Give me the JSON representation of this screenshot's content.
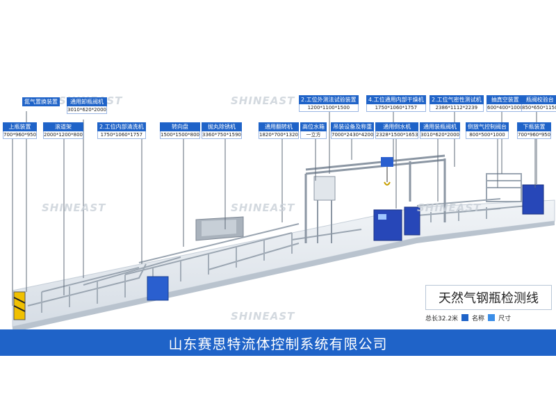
{
  "watermark": "SHINEAST",
  "callouts": [
    {
      "key": "c1",
      "name": "上瓶装置",
      "size": "700*960*950"
    },
    {
      "key": "c2",
      "name": "氮气置换装置",
      "size": ""
    },
    {
      "key": "c3",
      "name": "滚道架",
      "size": "2000*1200*800"
    },
    {
      "key": "c4",
      "name": "通用卸瓶阀机",
      "size": "3010*620*2000"
    },
    {
      "key": "c5",
      "name": "2.工位内部清洗机",
      "size": "1750*1060*1757"
    },
    {
      "key": "c6",
      "name": "转向盘",
      "size": "1500*1500*800"
    },
    {
      "key": "c7",
      "name": "抛丸除锈机",
      "size": "3360*750*1590"
    },
    {
      "key": "c8",
      "name": "通用翻转机",
      "size": "1820*700*1320"
    },
    {
      "key": "c9",
      "name": "高位水箱",
      "size": "一立方"
    },
    {
      "key": "c10",
      "name": "2.工位外测法试验装置",
      "size": "1200*1100*1500"
    },
    {
      "key": "c11",
      "name": "吊装设备及称重",
      "size": "7000*2430*4200"
    },
    {
      "key": "c12",
      "name": "4.工位通用内部干燥机",
      "size": "1750*1060*1757"
    },
    {
      "key": "c13",
      "name": "通用倒水机",
      "size": "2328*1500*1653"
    },
    {
      "key": "c14",
      "name": "通用装瓶阀机",
      "size": "3010*620*2000"
    },
    {
      "key": "c15",
      "name": "2.工位气密性测试机",
      "size": "2386*1112*2239"
    },
    {
      "key": "c16",
      "name": "倒放气控制阀台",
      "size": "800*500*1000"
    },
    {
      "key": "c17",
      "name": "抽真空装置",
      "size": "600*400*1000"
    },
    {
      "key": "c18",
      "name": "瓶阀校验台",
      "size": "850*650*1150"
    },
    {
      "key": "c19",
      "name": "下瓶装置",
      "size": "700*960*950"
    }
  ],
  "title": "天然气钢瓶检测线",
  "legend": {
    "total_length": "总长32.2米",
    "name_label": "名称",
    "size_label": "尺寸",
    "name_color": "#1f63c8",
    "size_color": "#3b8ee8"
  },
  "company": "山东赛思特流体控制系统有限公司",
  "colors": {
    "accent": "#1f63c8",
    "frame": "#b9c2cc",
    "machine": "#2747b8",
    "floor": "#e3e8ee"
  }
}
